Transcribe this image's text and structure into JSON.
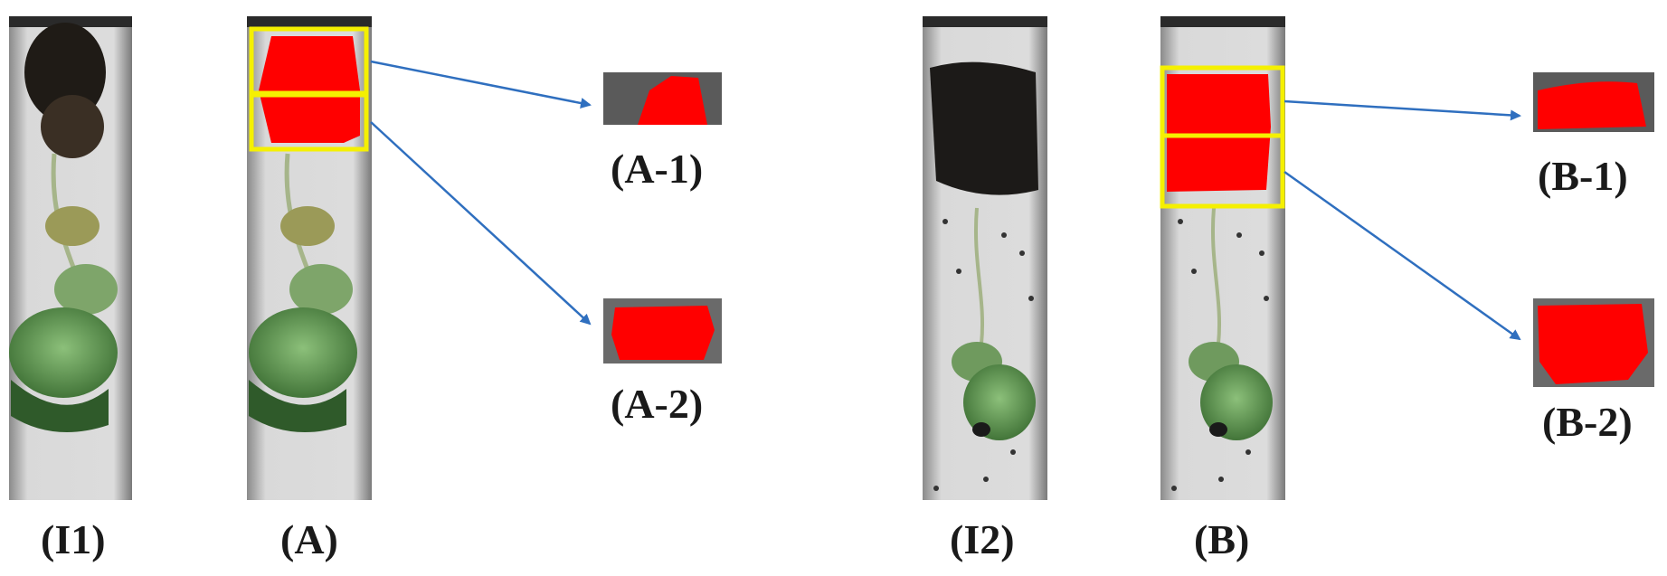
{
  "labels": {
    "i1": "(I1)",
    "a": "(A)",
    "a1": "(A-1)",
    "a2": "(A-2)",
    "i2": "(I2)",
    "b": "(B)",
    "b1": "(B-1)",
    "b2": "(B-2)"
  },
  "colors": {
    "mask_red": "#ff0000",
    "highlight_box": "#f5f000",
    "arrow": "#2f6fbf",
    "tube_bg": "#cfcfcf",
    "soil": "#1c1a18",
    "leaf": "#5f9a4e"
  }
}
